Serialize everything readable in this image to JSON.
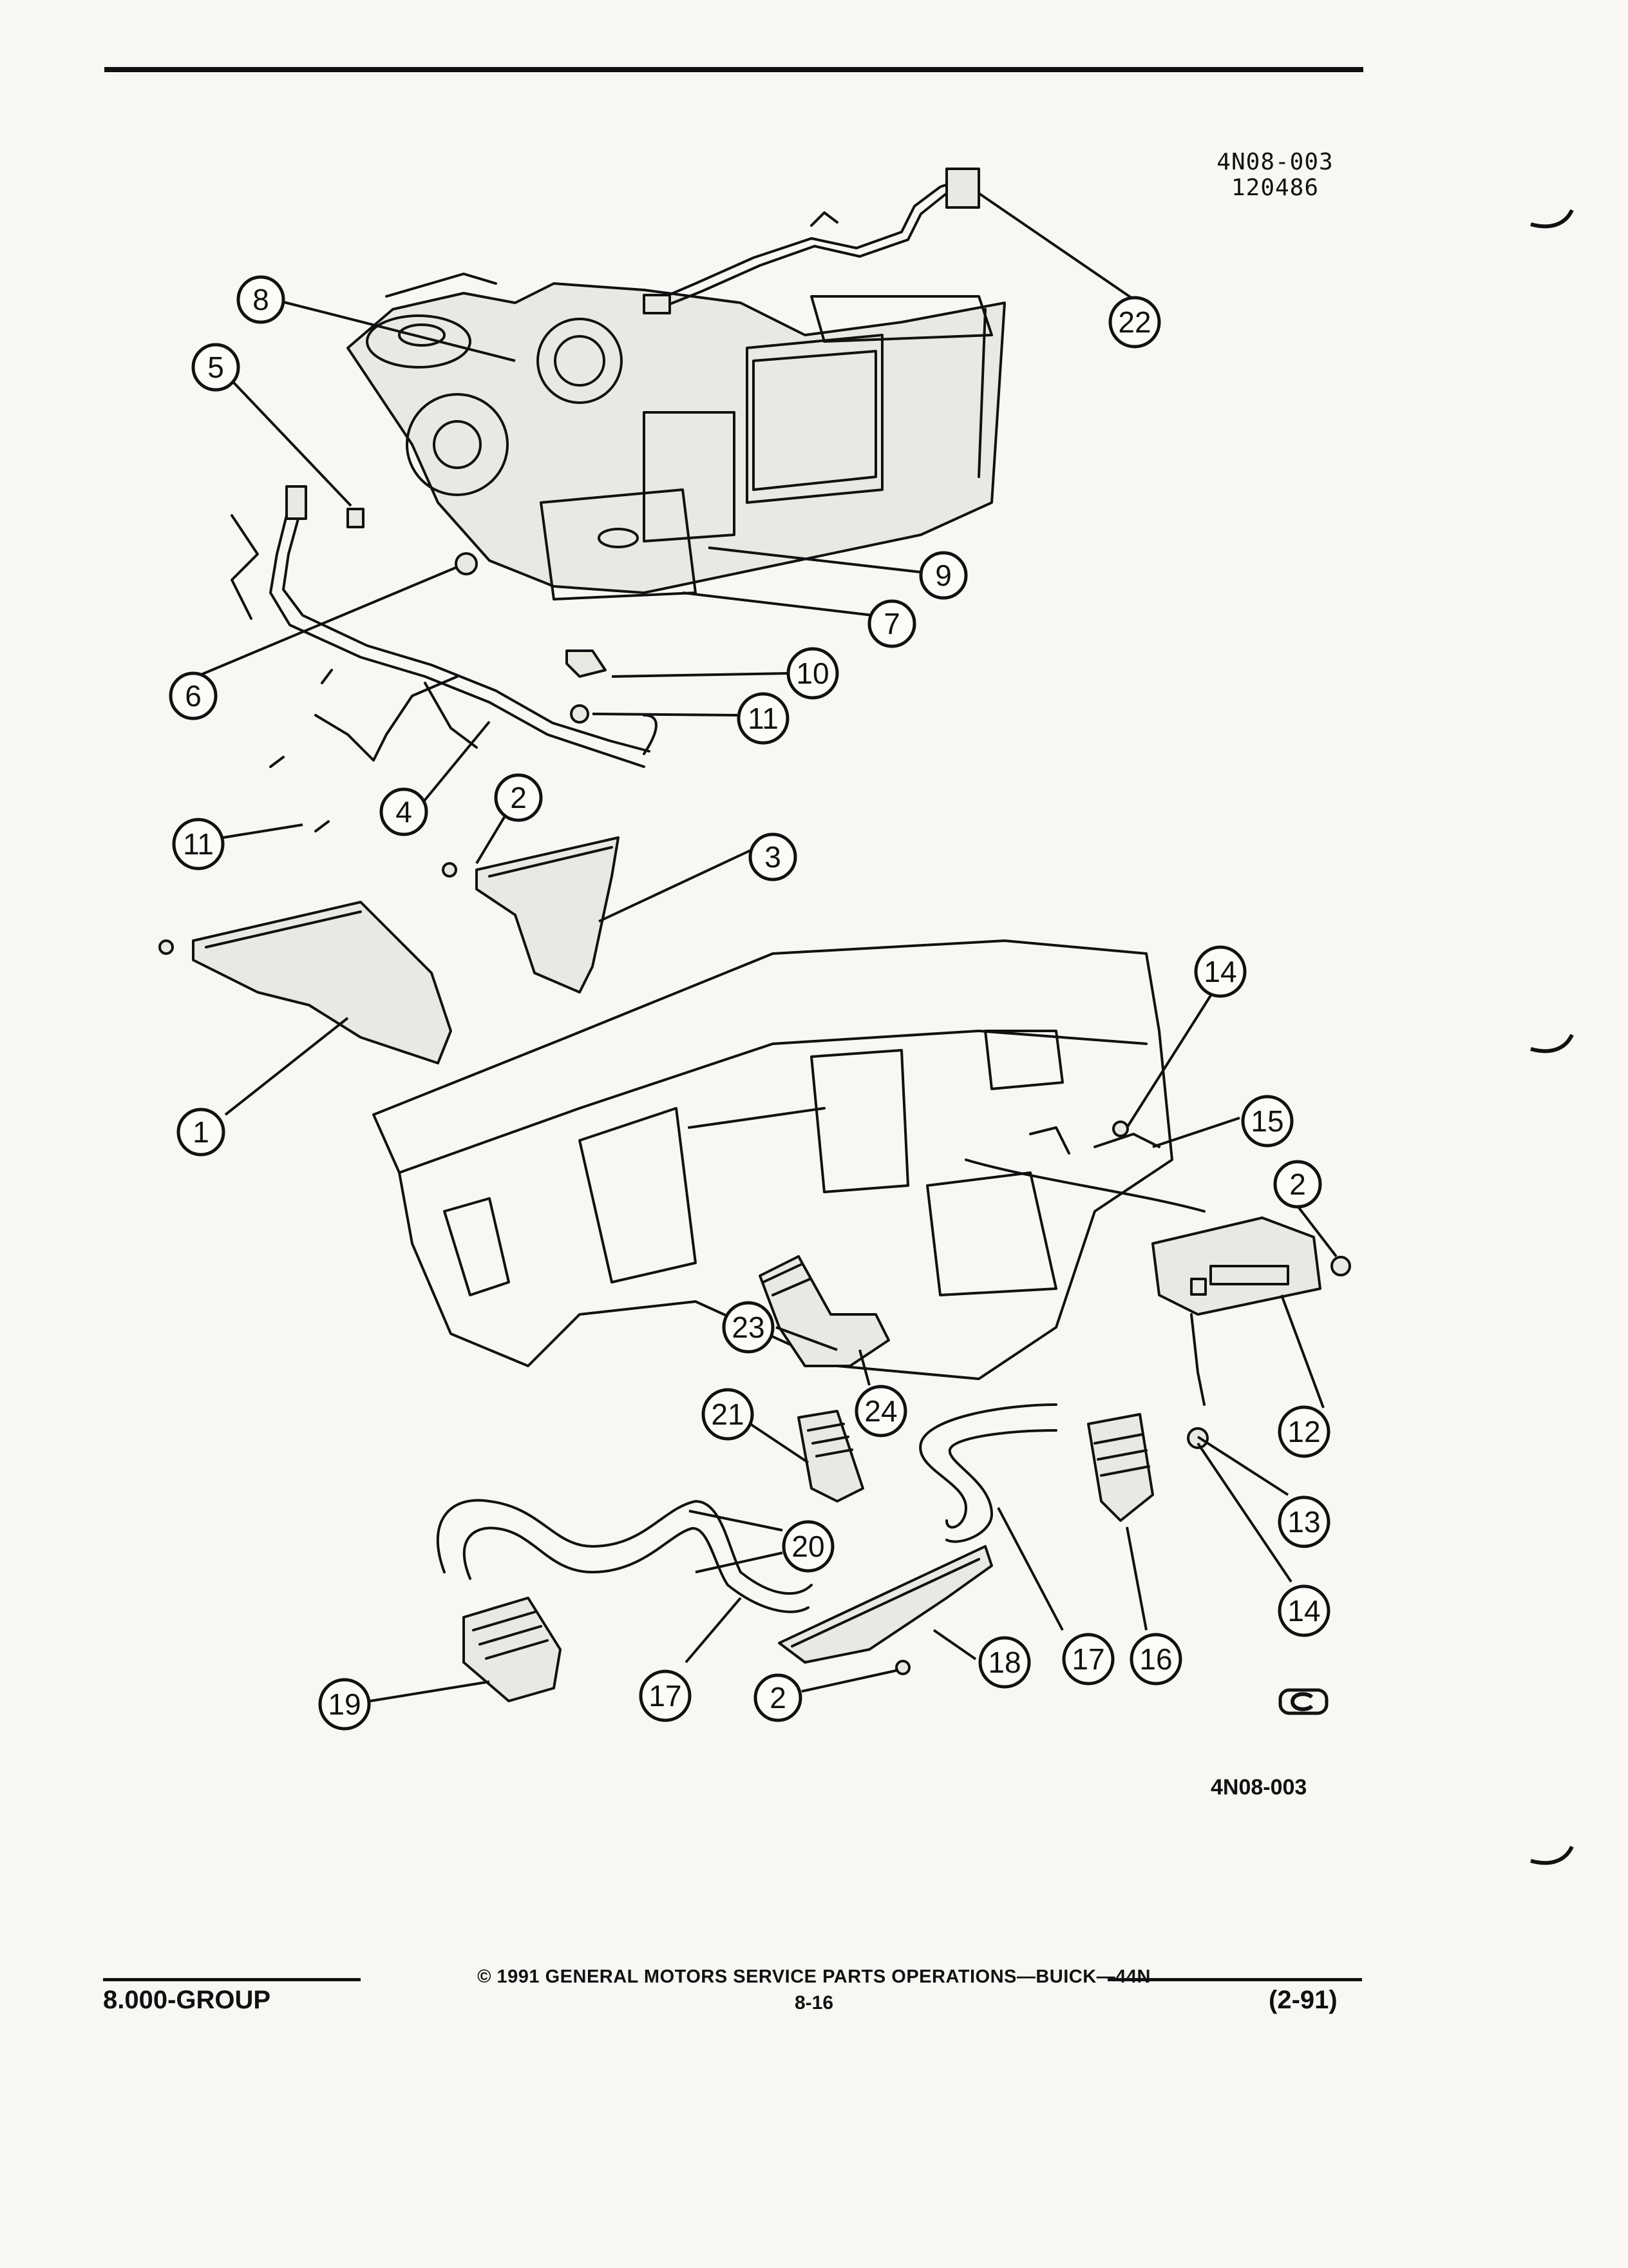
{
  "figure": {
    "code_top": "4N08-003",
    "date_code": "120486",
    "code_bottom": "4N08-003"
  },
  "callouts": [
    "1",
    "2",
    "3",
    "4",
    "5",
    "6",
    "7",
    "8",
    "9",
    "10",
    "11",
    "12",
    "13",
    "14",
    "15",
    "16",
    "17",
    "18",
    "19",
    "20",
    "21",
    "22",
    "23",
    "24"
  ],
  "footer": {
    "group": "8.000-GROUP",
    "copyright": "© 1991 GENERAL MOTORS SERVICE PARTS OPERATIONS—BUICK—44N",
    "page": "8-16",
    "revision": "(2-91)"
  }
}
